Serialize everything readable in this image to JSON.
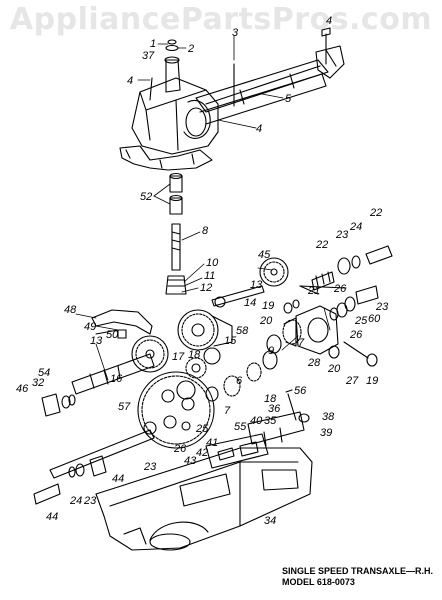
{
  "watermark": "AppliancePartsPros.com",
  "caption": {
    "line1": "SINGLE SPEED TRANSAXLE—R.H.",
    "line2": "MODEL 618-0073"
  },
  "part_labels": {
    "p1": "1",
    "p2": "2",
    "p3": "3",
    "p4a": "4",
    "p4b": "4",
    "p4c": "4",
    "p5": "5",
    "p37": "37",
    "p52": "52",
    "p8": "8",
    "p45": "45",
    "p10": "10",
    "p11": "11",
    "p12": "12",
    "p13a": "13",
    "p13b": "13",
    "p14": "14",
    "p48": "48",
    "p49": "49",
    "p50": "50",
    "p21": "21",
    "p22a": "22",
    "p22b": "22",
    "p23a": "23",
    "p24a": "24",
    "p26a": "26",
    "p25a": "25",
    "p60": "60",
    "p23b": "23",
    "p19a": "19",
    "p20a": "20",
    "p58": "58",
    "p17": "17",
    "p18a": "18",
    "p15": "15",
    "p9": "9",
    "p7a": "7",
    "p7b": "7",
    "p28": "28",
    "p26b": "26",
    "p20b": "20",
    "p27": "27",
    "p19b": "19",
    "p54": "54",
    "p32": "32",
    "p46": "46",
    "p16": "16",
    "p6": "6",
    "p18b": "18",
    "p57": "57",
    "p56": "56",
    "p38": "38",
    "p36": "36",
    "p35": "35",
    "p39": "39",
    "p40": "40",
    "p55": "55",
    "p41": "41",
    "p42": "42",
    "p43": "43",
    "p25b": "25",
    "p26c": "26",
    "p23c": "23",
    "p23d": "23",
    "p24b": "24",
    "p44a": "44",
    "p44b": "44",
    "p34": "34"
  }
}
